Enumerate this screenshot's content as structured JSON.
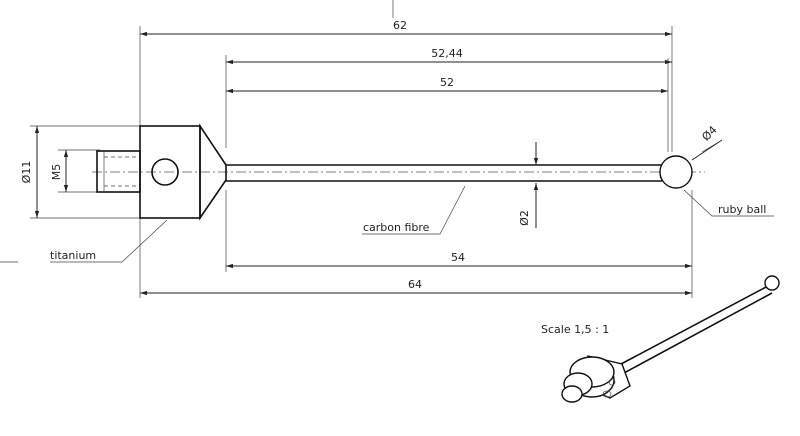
{
  "dimensions": {
    "d62": "62",
    "d5244": "52,44",
    "d52": "52",
    "d54": "54",
    "d64": "64",
    "dia11": "Ø11",
    "m5": "M5",
    "dia2": "Ø2",
    "dia4": "Ø4"
  },
  "labels": {
    "carbon_fibre": "carbon fibre",
    "titanium": "titanium",
    "ruby_ball": "ruby ball"
  },
  "scale": "Scale 1,5 : 1"
}
